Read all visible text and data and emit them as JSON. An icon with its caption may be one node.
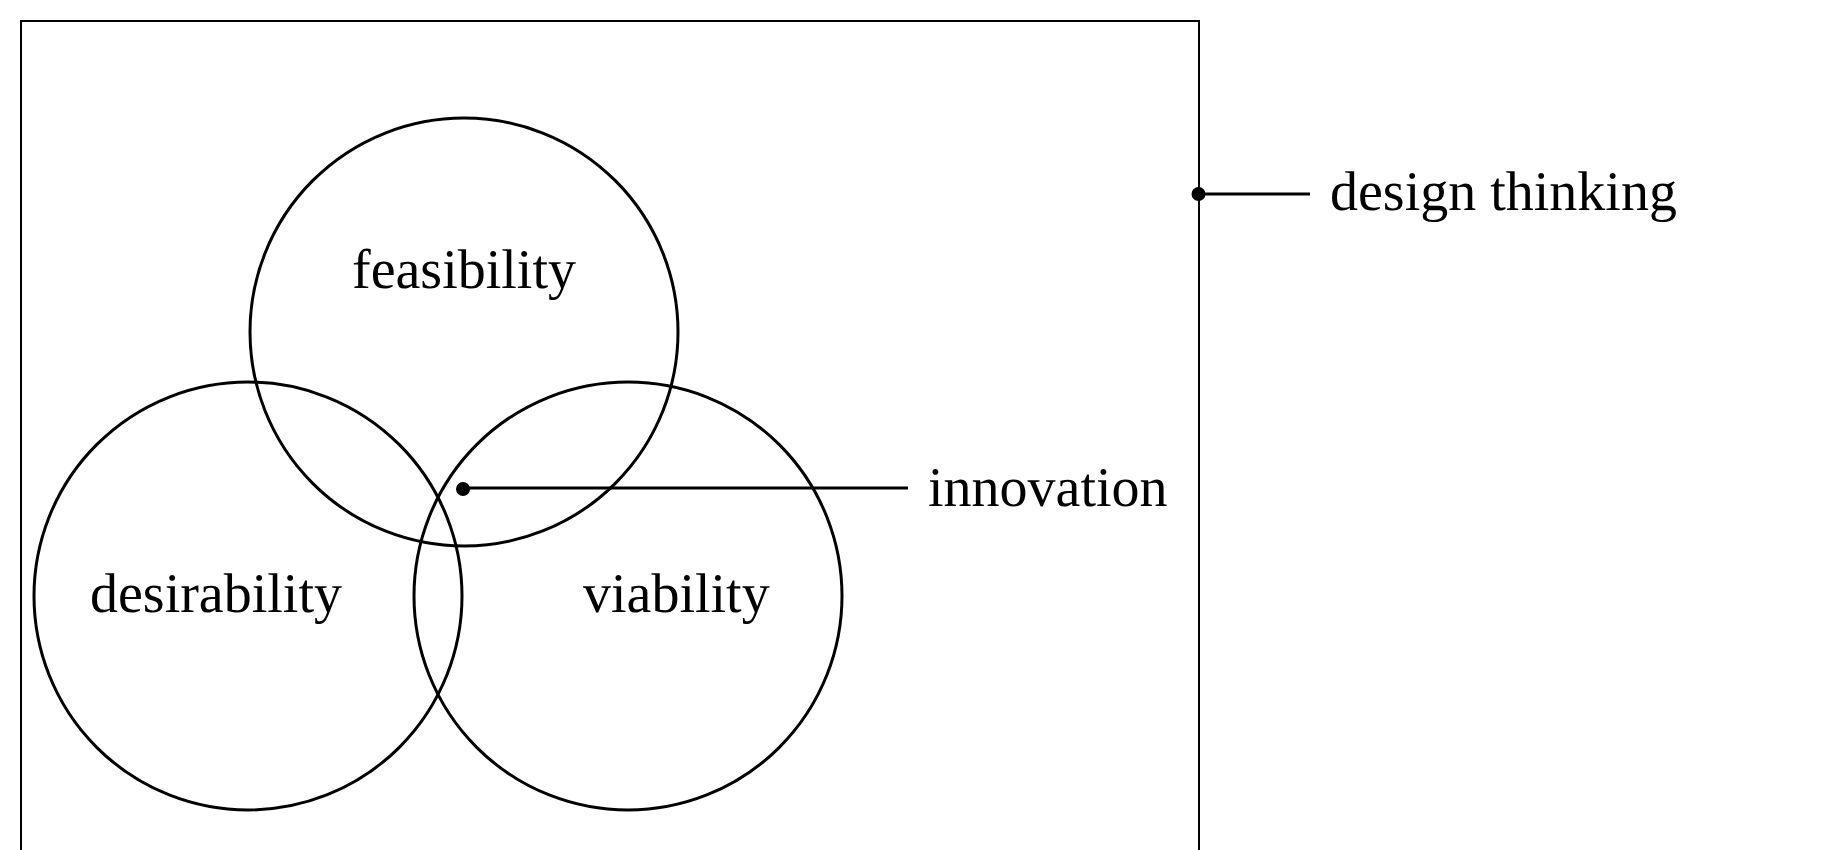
{
  "diagram": {
    "nodes": [
      {
        "text": [],
        "shape": "box"
      },
      {
        "text": [
          "feasibility"
        ],
        "in": 0
      },
      {
        "text": [
          "desirability"
        ],
        "in": 0
      },
      {
        "text": [
          "viability"
        ],
        "in": 0
      },
      {
        "text": [
          "design thinking"
        ]
      },
      {
        "text": [
          "innovation"
        ],
        "in": 0
      },
      {
        "text": [],
        "shape": "dot"
      }
    ],
    "edges": [
      {
        "from": 4,
        "to": 0,
        "arrow": "other"
      },
      {
        "from": 5,
        "to": 6,
        "arrow": "none"
      }
    ]
  }
}
